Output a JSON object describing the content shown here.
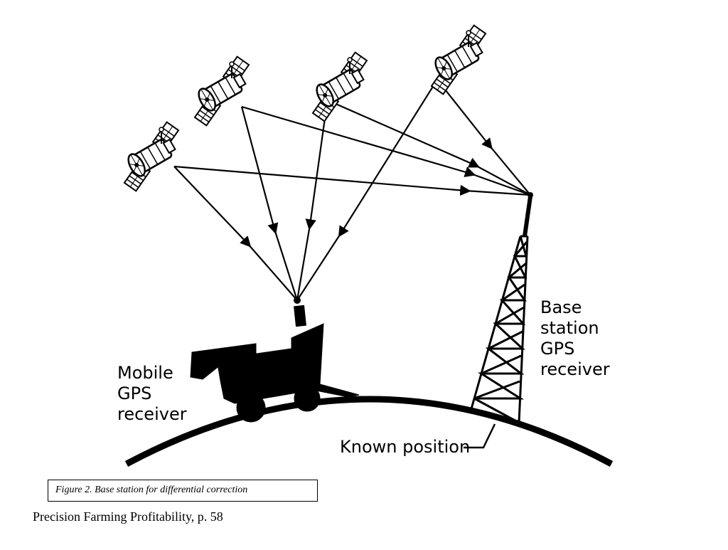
{
  "diagram": {
    "labels": {
      "mobile": [
        "Mobile",
        "GPS",
        "receiver"
      ],
      "base": [
        "Base",
        "station",
        "GPS",
        "receiver"
      ],
      "known": "Known position"
    },
    "caption": "Figure 2. Base station for differential correction",
    "footer": "Precision Farming Profitability,  p. 58"
  },
  "icons": {
    "satellite": "satellite-icon",
    "tower": "radio-tower-icon",
    "vehicle": "combine-harvester-icon"
  }
}
